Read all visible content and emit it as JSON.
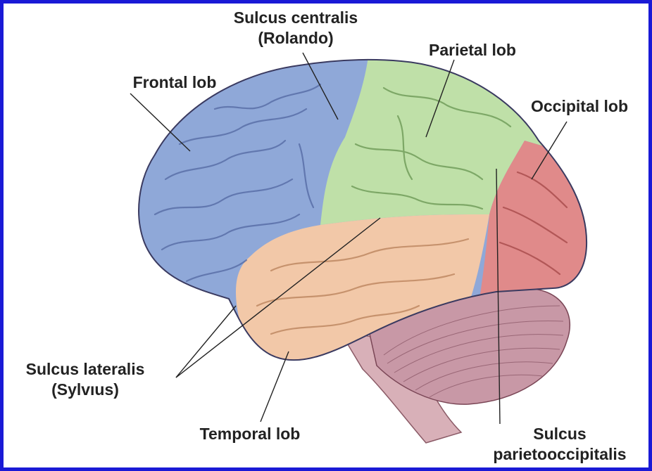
{
  "labels": {
    "sulcus_centralis": [
      "Sulcus centralis",
      "(Rolando)"
    ],
    "parietal": "Parietal lob",
    "frontal": "Frontal lob",
    "occipital": "Occipital lob",
    "lateralis": [
      "Sulcus lateralis",
      "(Sylvıus)"
    ],
    "temporal": "Temporal lob",
    "parietooccipitalis": [
      "Sulcus",
      "parietooccipitalis"
    ]
  },
  "colors": {
    "frame": "#1a1ad6",
    "frontal_lobe": "#8fa8d8",
    "parietal_lobe": "#bfe0a8",
    "occipital_lobe": "#e08a8a",
    "temporal_lobe": "#f2c8a8",
    "cerebellum": "#c898a6",
    "brainstem": "#d8b0b8"
  }
}
